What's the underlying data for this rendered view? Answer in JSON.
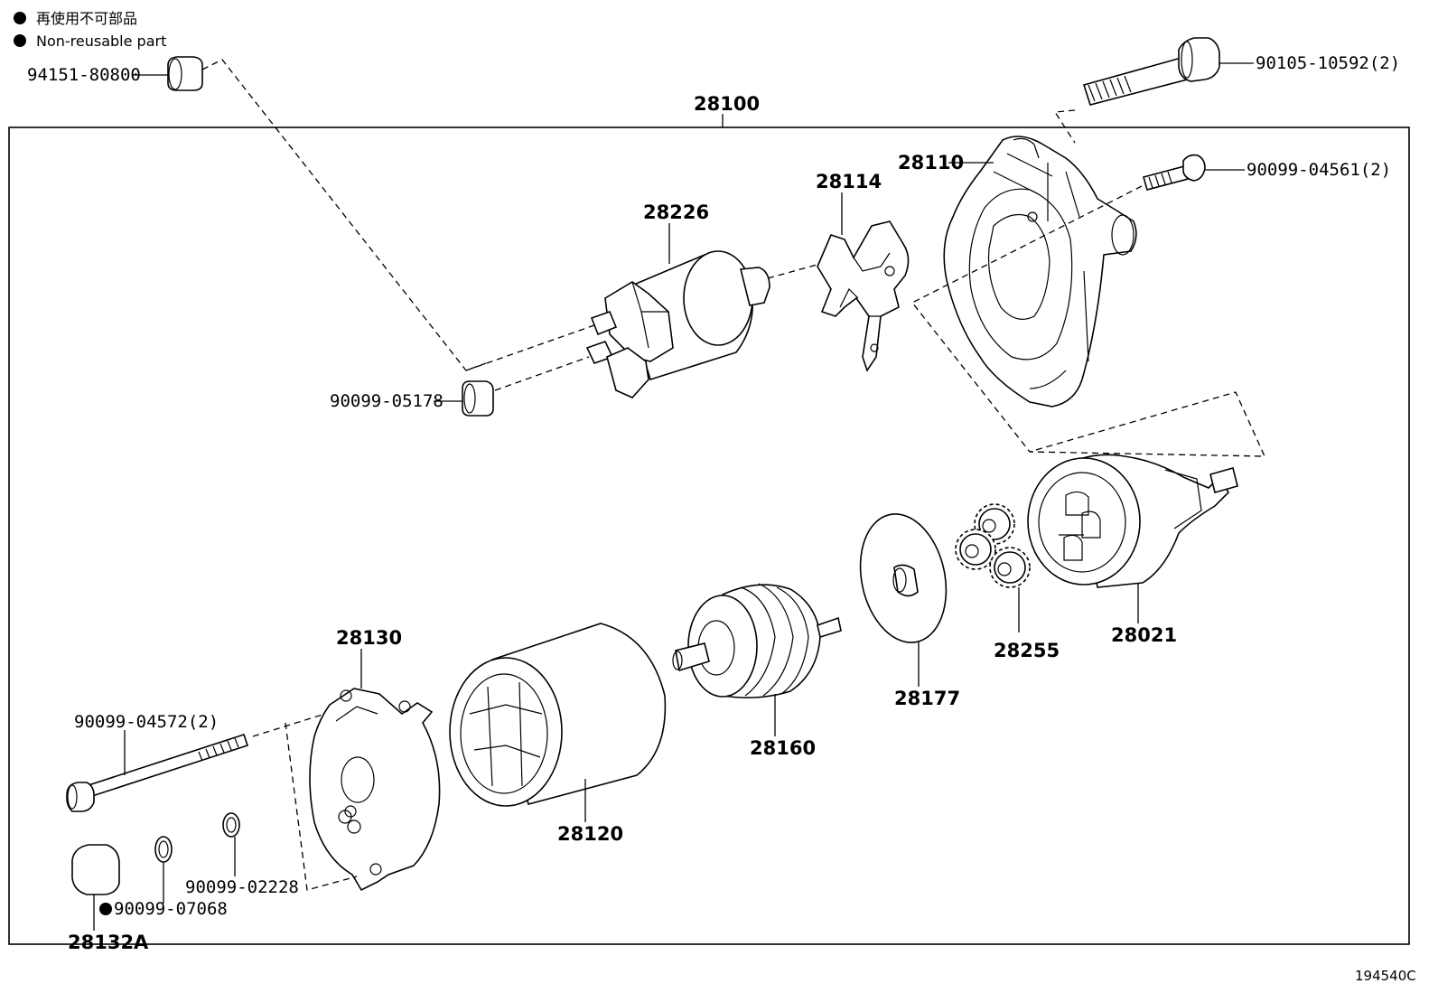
{
  "legend": {
    "japanese": "再使用不可部品",
    "english": "Non-reusable part"
  },
  "assembly_number": "28100",
  "parts": {
    "p94151": "94151-80800",
    "p90105": "90105-10592(2)",
    "p28110": "28110",
    "p90099_04561": "90099-04561(2)",
    "p28114": "28114",
    "p28226": "28226",
    "p90099_05178": "90099-05178",
    "p28021": "28021",
    "p28255": "28255",
    "p28177": "28177",
    "p28160": "28160",
    "p28130": "28130",
    "p28120": "28120",
    "p90099_04572": "90099-04572(2)",
    "p90099_02228": "90099-02228",
    "p90099_07068": "90099-07068",
    "p28132A": "28132A"
  },
  "diagram_code": "194540C"
}
